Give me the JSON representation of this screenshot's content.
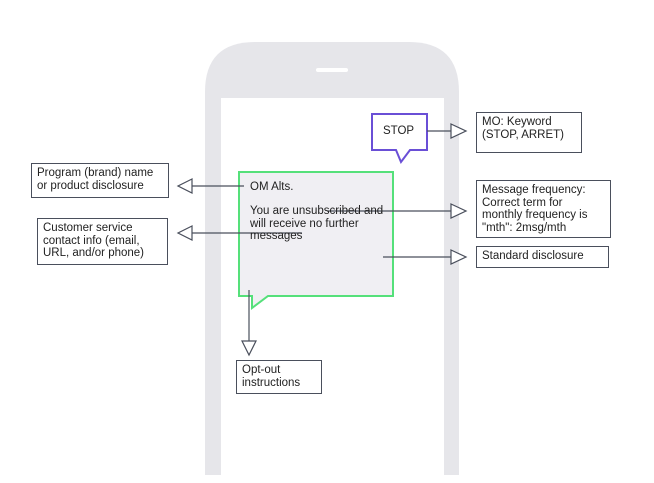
{
  "stop_bubble": {
    "text": "STOP"
  },
  "message": {
    "brand": "OM Alts.",
    "body": "You are unsubscribed and will receive no further messages"
  },
  "labels": {
    "mo_keyword": "MO:  Keyword (STOP, ARRET)",
    "program_name": "Program (brand) name or product disclosure",
    "customer_service": "Customer service contact info (email, URL, and/or phone)",
    "message_frequency": "Message frequency: Correct term for monthly frequency is \"mth\": 2msg/mth",
    "standard_disclosure": "Standard disclosure",
    "opt_out": "Opt-out instructions"
  },
  "colors": {
    "phone": "#e6e6ea",
    "screen": "#ffffff",
    "stop_border": "#6a4fd6",
    "message_border": "#55e07a",
    "message_fill": "#f0eff3",
    "box_border": "#4a4f5c",
    "connector": "#4a4f5c"
  }
}
